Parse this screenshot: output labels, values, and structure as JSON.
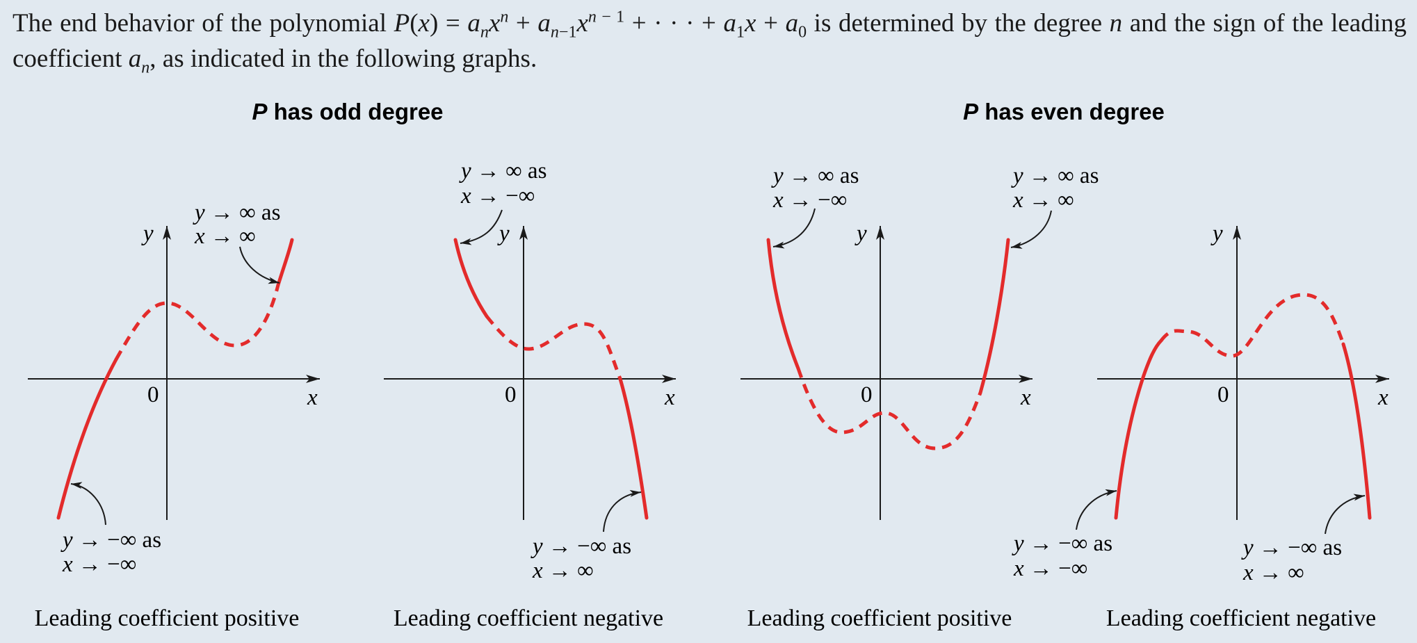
{
  "intro": {
    "part1": "The end behavior of the polynomial ",
    "part2": " is determined by the degree ",
    "part3": " and the sign of the leading coefficient ",
    "part4": ", as indicated in the following graphs."
  },
  "sections": {
    "odd": {
      "var": "P",
      "title": " has odd degree"
    },
    "even": {
      "var": "P",
      "title": " has even degree"
    }
  },
  "axes": {
    "x": "x",
    "y": "y",
    "origin": "0"
  },
  "notes": {
    "g1_top_l1": "y → ∞ as",
    "g1_top_l2": "x → ∞",
    "g1_bot_l1": "y → −∞ as",
    "g1_bot_l2": "x → −∞",
    "g2_top_l1": "y → ∞ as",
    "g2_top_l2": "x → −∞",
    "g2_bot_l1": "y → −∞ as",
    "g2_bot_l2": "x → ∞",
    "g3_left_l1": "y → ∞ as",
    "g3_left_l2": "x → −∞",
    "g3_right_l1": "y → ∞ as",
    "g3_right_l2": "x → ∞",
    "g4_left_l1": "y → −∞ as",
    "g4_left_l2": "x → −∞",
    "g4_right_l1": "y → −∞ as",
    "g4_right_l2": "x → ∞"
  },
  "captions": {
    "g1": "Leading coefficient positive",
    "g2": "Leading coefficient negative",
    "g3": "Leading coefficient positive",
    "g4": "Leading coefficient negative"
  },
  "colors": {
    "curve": "#e32b2b",
    "background": "#e1e9f0",
    "ink": "#1a1a1a"
  }
}
